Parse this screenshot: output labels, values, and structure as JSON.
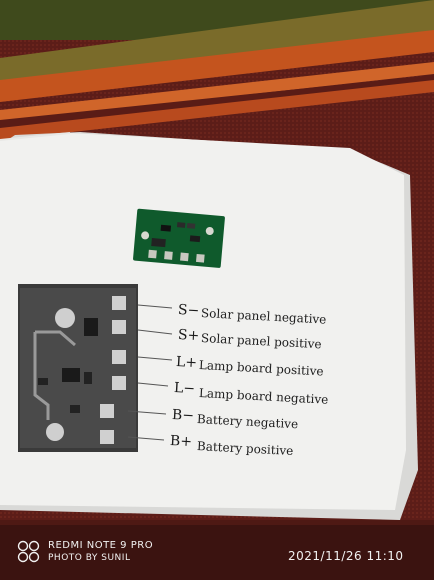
{
  "diagram": {
    "terminals": [
      {
        "code": "S−",
        "label": "Solar panel negative"
      },
      {
        "code": "S+",
        "label": "Solar panel positive"
      },
      {
        "code": "L+",
        "label": "Lamp board positive"
      },
      {
        "code": "L−",
        "label": "Lamp board negative"
      },
      {
        "code": "B−",
        "label": "Battery negative"
      },
      {
        "code": "B+",
        "label": "Battery positive"
      }
    ]
  },
  "watermark": {
    "device": "REDMI NOTE 9 PRO",
    "photographer": "PHOTO BY SUNIL",
    "timestamp": "2021/11/26 11:10"
  },
  "colors": {
    "paper": "#f3f3f1",
    "pcb_green": "#0f5a2c",
    "fabric_dark": "#5a1c18",
    "fabric_stripe": "#c8561e"
  }
}
